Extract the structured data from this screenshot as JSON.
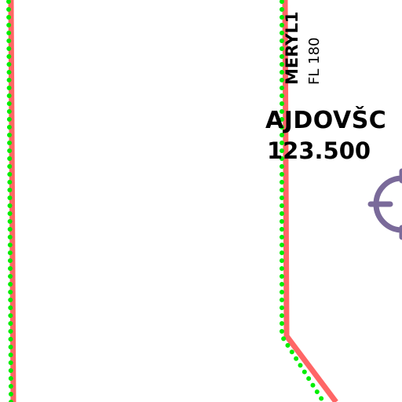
{
  "colors": {
    "boundary_line": "#ff6666",
    "boundary_dots": "#00ee00",
    "navaid": "#7a6a9a",
    "label_text": "#000000"
  },
  "sector": {
    "name": "AJDOVŠC",
    "frequency": "123.500"
  },
  "waypoint": {
    "name": "MERYL1",
    "flight_level": "FL 180"
  },
  "navaid": {
    "icon": "vor-navaid-icon"
  }
}
